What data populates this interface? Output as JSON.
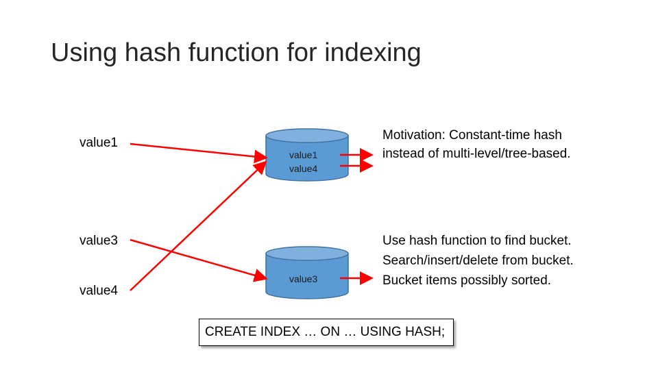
{
  "title": "Using hash function for indexing",
  "inputs": [
    "value1",
    "value3",
    "value4"
  ],
  "buckets": [
    {
      "items": [
        "value1",
        "value4"
      ]
    },
    {
      "items": [
        "value3"
      ]
    }
  ],
  "notes": {
    "motivation": [
      "Motivation: Constant-time hash",
      "instead of multi-level/tree-based."
    ],
    "usage": [
      "Use hash function to find bucket.",
      "Search/insert/delete from bucket.",
      "Bucket items possibly sorted."
    ]
  },
  "code": "CREATE INDEX … ON … USING HASH;",
  "colors": {
    "arrow": "#ff0000",
    "bucket_fill": "#5b9bd5",
    "bucket_stroke": "#41719c",
    "title": "#262626"
  }
}
